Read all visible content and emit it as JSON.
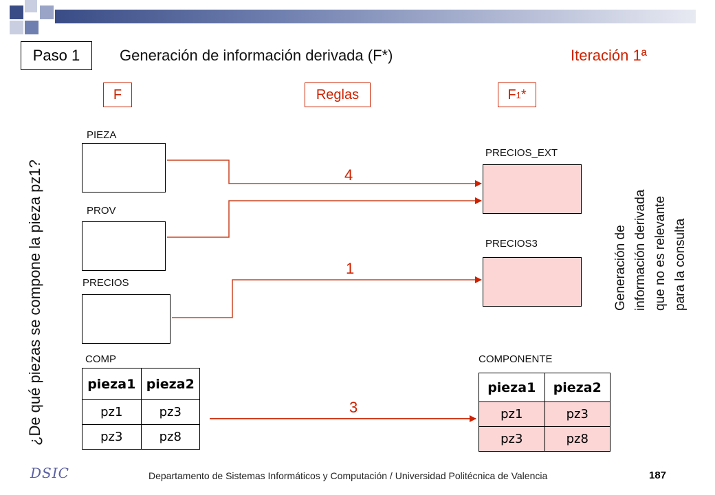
{
  "header": {
    "step_label": "Paso 1",
    "title": "Generación de información derivada (F*)",
    "iteration": "Iteración 1ª"
  },
  "columns": {
    "f": "F",
    "rules": "Reglas",
    "f1_base": "F",
    "f1_sub": "1",
    "f1_star": "*"
  },
  "question": "¿De qué piezas se compone la pieza pz1?",
  "left_relations": [
    "PIEZA",
    "PROV",
    "PRECIOS",
    "COMP"
  ],
  "right_relations": [
    "PRECIOS_EXT",
    "PRECIOS3",
    "COMPONENTE"
  ],
  "rules": [
    "4",
    "1",
    "3"
  ],
  "comp_table": {
    "headers": [
      "pieza1",
      "pieza2"
    ],
    "rows": [
      [
        "pz1",
        "pz3"
      ],
      [
        "pz3",
        "pz8"
      ]
    ]
  },
  "componente_table": {
    "headers": [
      "pieza1",
      "pieza2"
    ],
    "rows": [
      [
        "pz1",
        "pz3"
      ],
      [
        "pz3",
        "pz8"
      ]
    ]
  },
  "note_lines": [
    "Generación de",
    "información derivada",
    "que no es relevante",
    "para la consulta"
  ],
  "footer": {
    "text": "Departamento de Sistemas Informáticos y Computación / Universidad Politécnica de Valencia",
    "page": "187",
    "logo_text": "DSIC"
  },
  "colors": {
    "accent": "#cc2200",
    "pink": "#fcd5d5",
    "bar": "#3a4c86"
  }
}
